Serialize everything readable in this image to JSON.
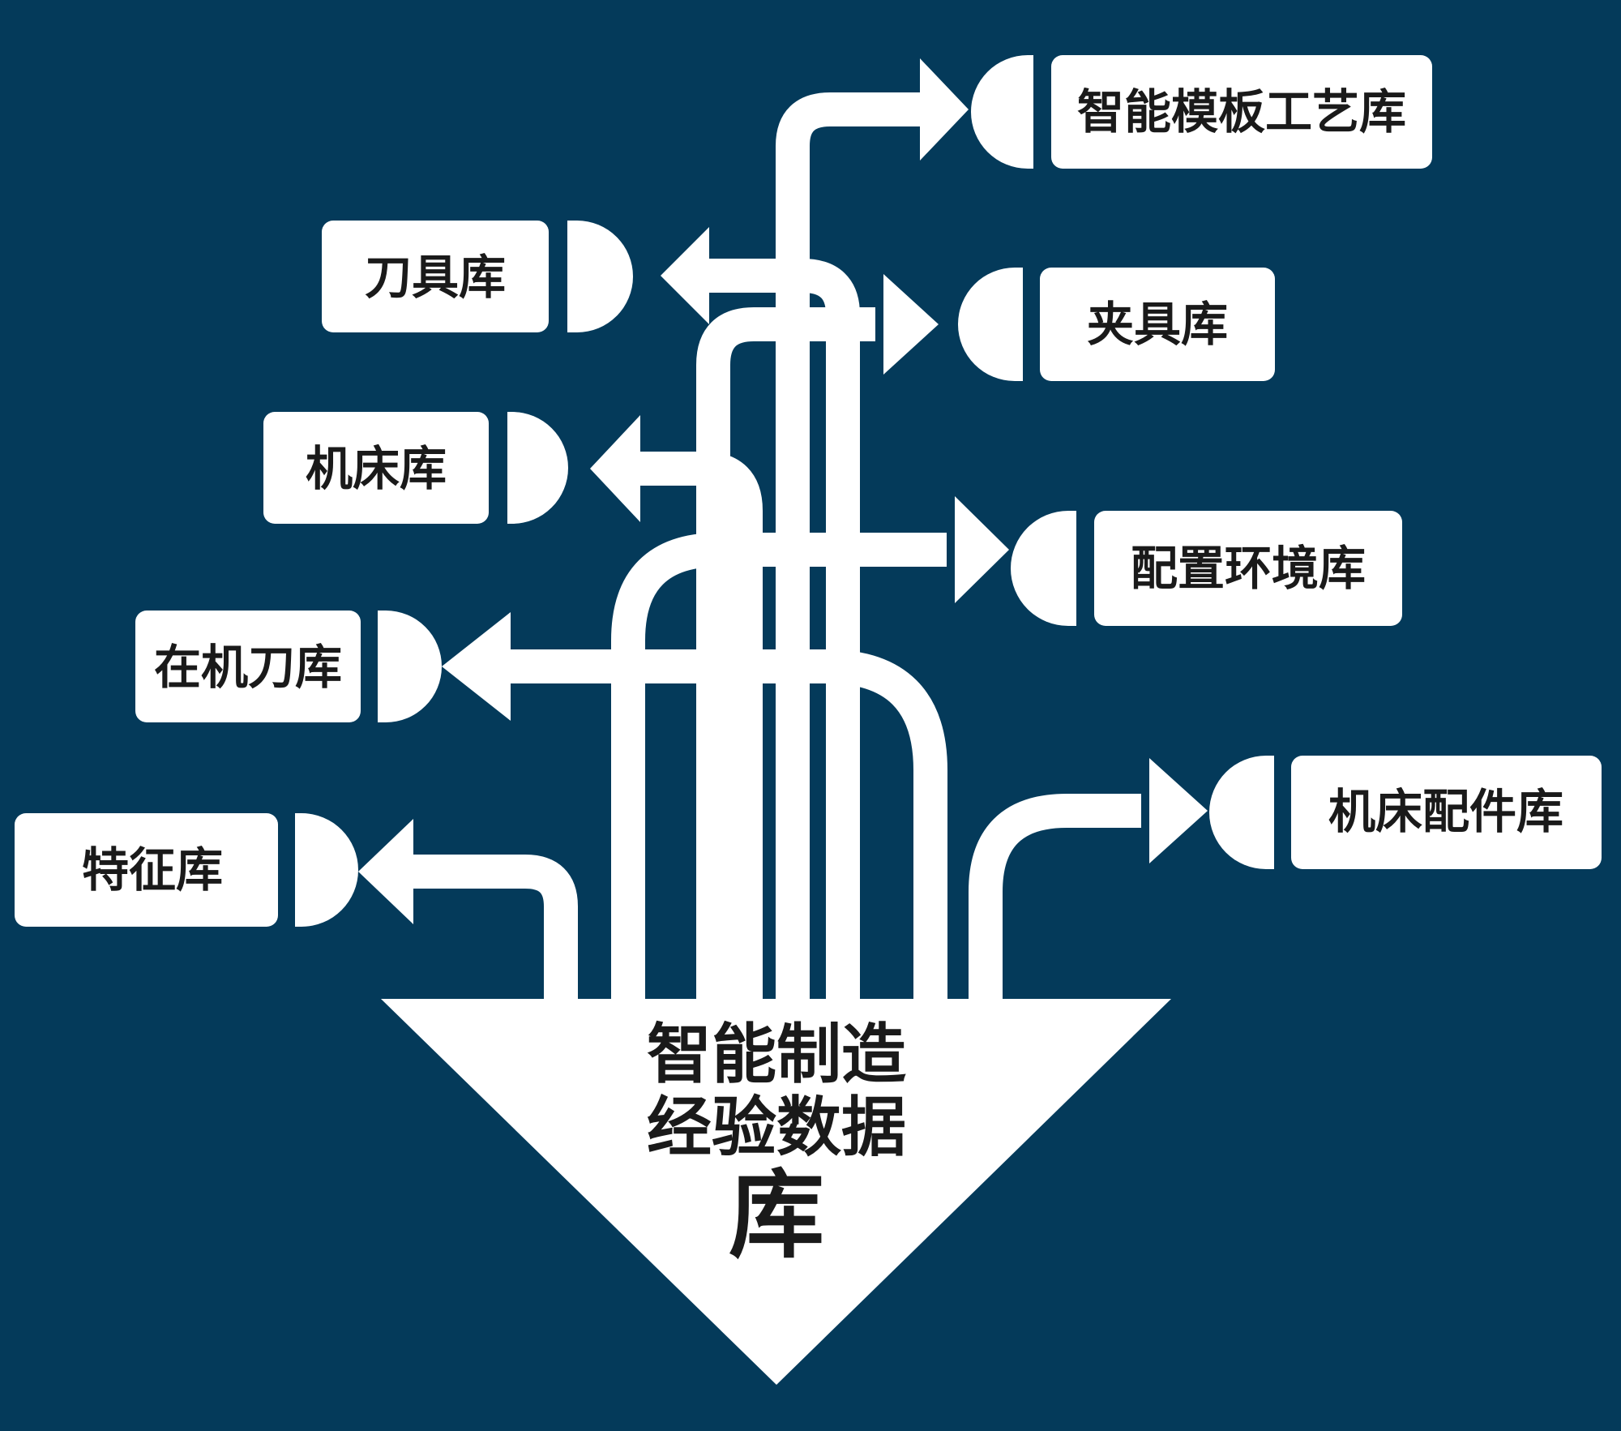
{
  "colors": {
    "background": "#043a5a",
    "foreground": "#ffffff",
    "text": "#1a1a1a"
  },
  "hub": {
    "line1": "智能制造",
    "line2": "经验数据",
    "line3": "库"
  },
  "nodes": {
    "template_process": "智能模板工艺库",
    "tool": "刀具库",
    "fixture": "夹具库",
    "machine_tool": "机床库",
    "config_env": "配置环境库",
    "onboard_tool": "在机刀库",
    "machine_parts": "机床配件库",
    "feature": "特征库"
  }
}
